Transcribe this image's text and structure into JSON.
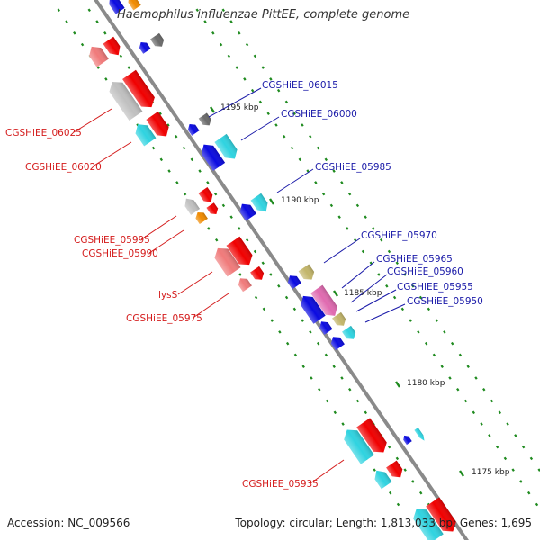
{
  "title": "Haemophilus influenzae PittEE, complete genome",
  "footer": {
    "accession": "Accession: NC_009566",
    "stats": "Topology: circular; Length: 1,813,033 bp; Genes: 1,695"
  },
  "colors": {
    "backbone": "#8a8a8a",
    "tick": "#1e8a1e",
    "label_blue": "#1a1aa8",
    "label_red": "#d41c1c",
    "blue_genes": [
      "#0a0ae0",
      "#2fd3e0",
      "#e06ab0",
      "#c2b56a",
      "#6a6a6a"
    ],
    "red_genes": [
      "#f00000",
      "#f07a7a",
      "#c0c0c0",
      "#f08a00",
      "#2fd3e0"
    ]
  },
  "scale_ticks": [
    "1195 kbp",
    "1190 kbp",
    "1185 kbp",
    "1180 kbp",
    "1175 kbp"
  ],
  "gene_labels_right": [
    "CGSHiEE_06015",
    "CGSHiEE_06000",
    "CGSHiEE_05985",
    "CGSHiEE_05970",
    "CGSHiEE_05965",
    "CGSHiEE_05960",
    "CGSHiEE_05955",
    "CGSHiEE_05950"
  ],
  "gene_labels_left": [
    "CGSHiEE_06025",
    "CGSHiEE_06020",
    "CGSHiEE_05995",
    "CGSHiEE_05990",
    "lysS",
    "CGSHiEE_05975",
    "CGSHiEE_05935"
  ]
}
